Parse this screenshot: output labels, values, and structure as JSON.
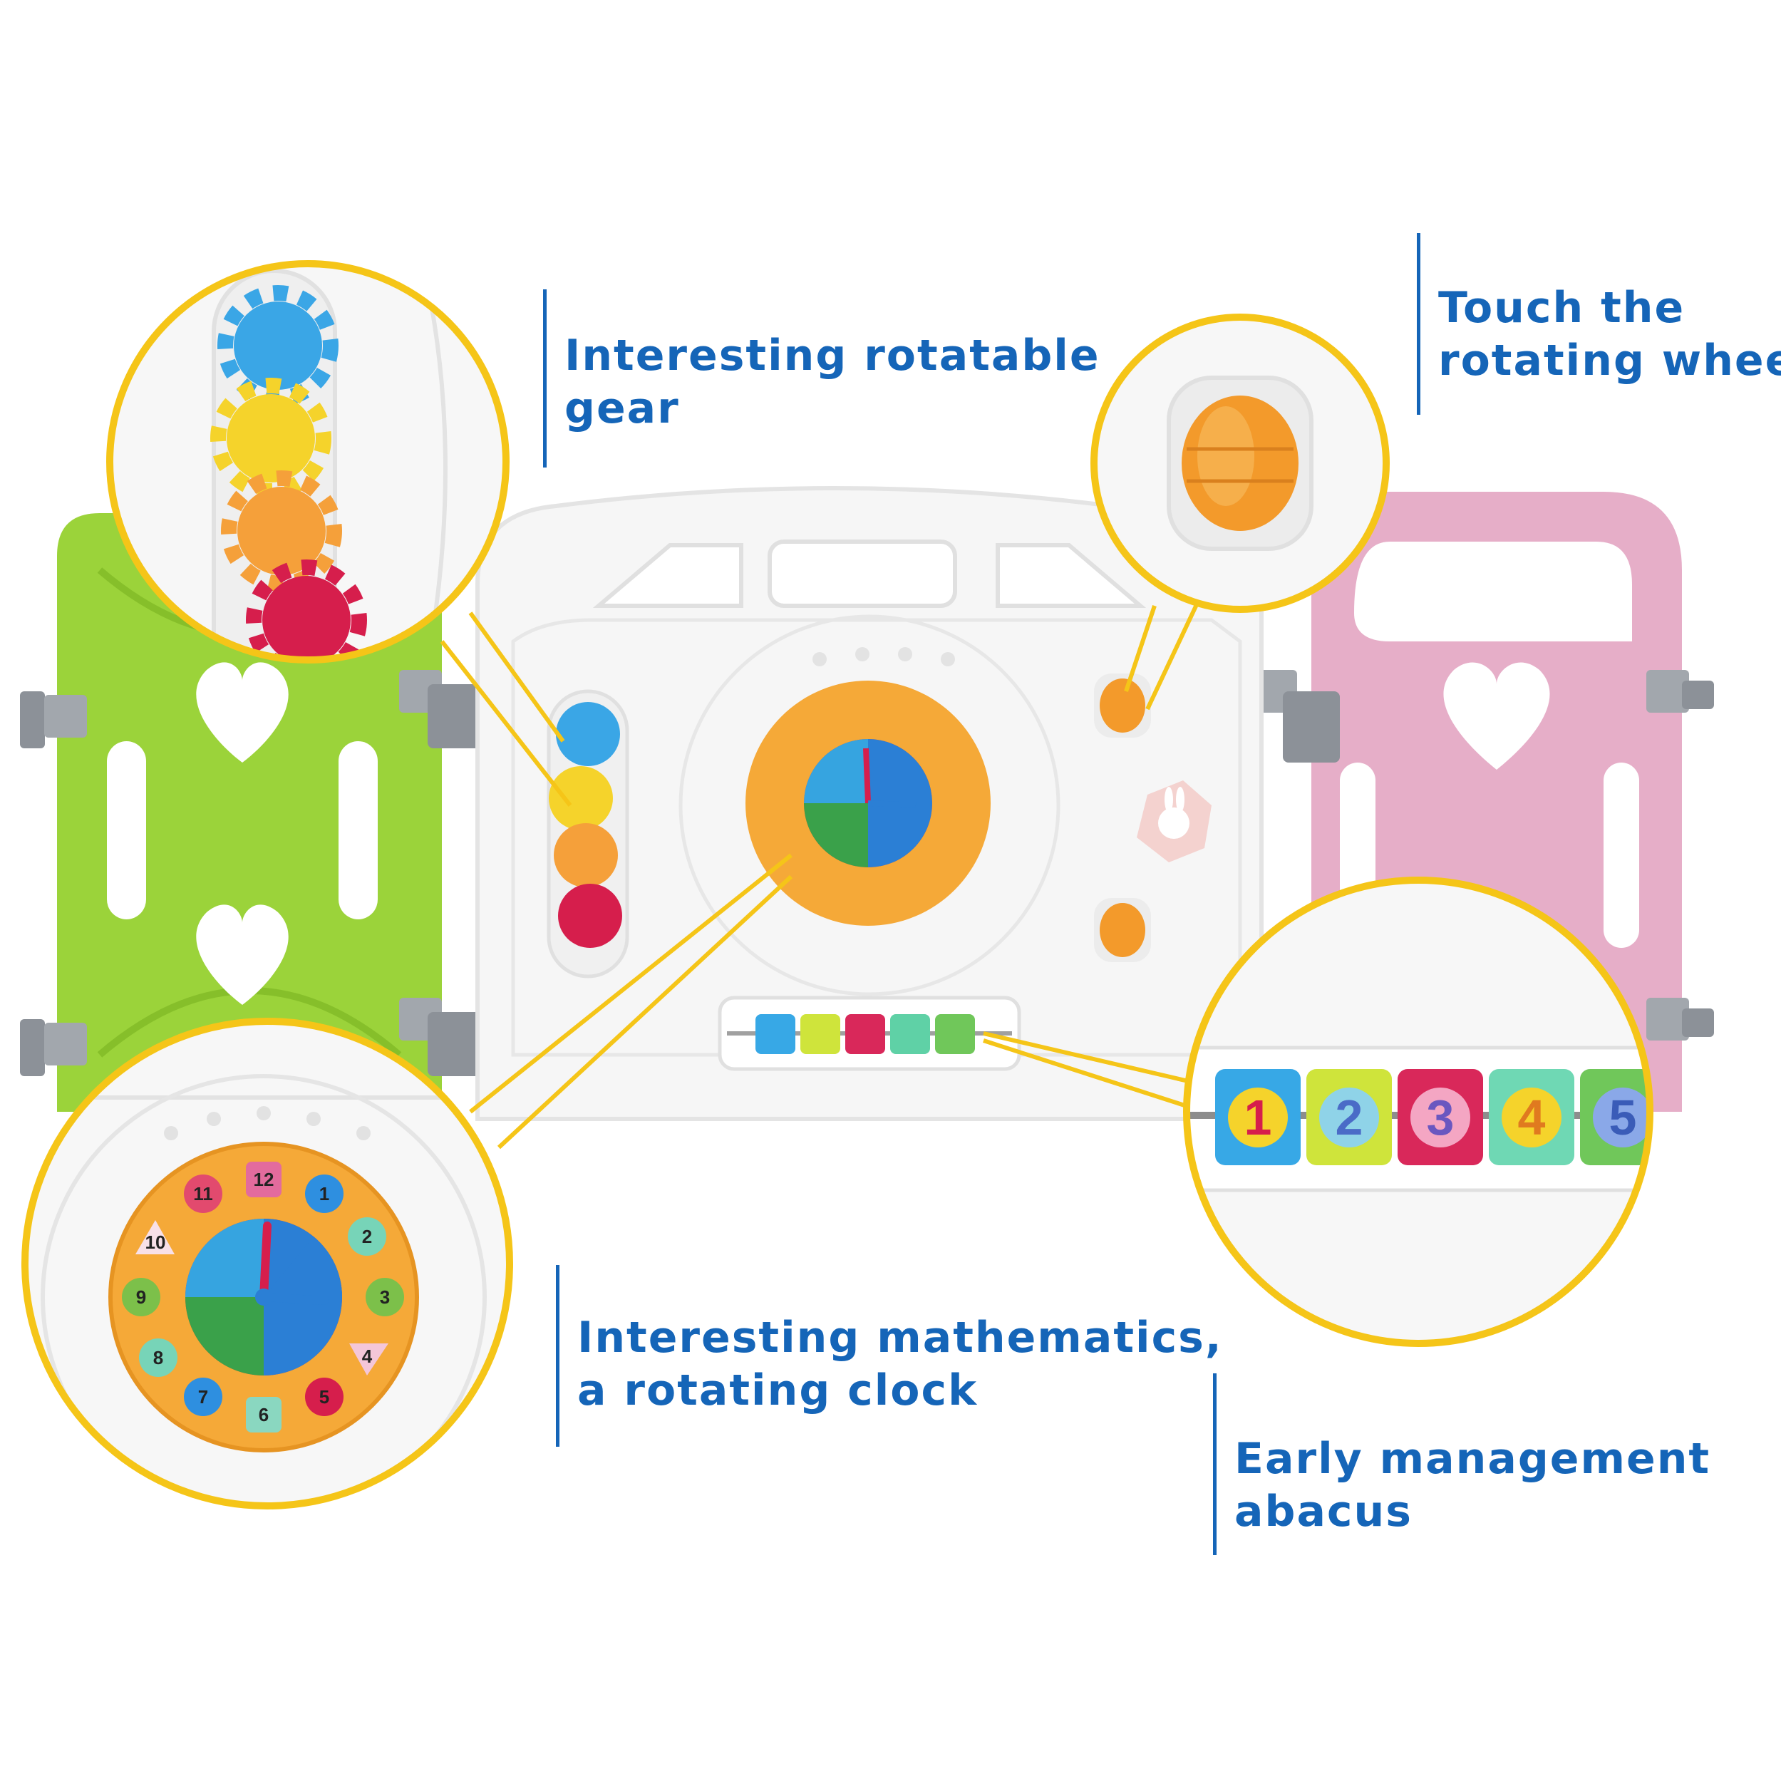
{
  "callouts": {
    "gear": {
      "line1": "Interesting rotatable",
      "line2": "gear"
    },
    "wheel": {
      "line1": "Touch the",
      "line2": "rotating wheel"
    },
    "clock": {
      "line1": "Interesting mathematics,",
      "line2": "a rotating clock"
    },
    "abacus": {
      "line1": "Early management",
      "line2": "abacus"
    }
  },
  "clock_numbers": [
    "12",
    "1",
    "2",
    "3",
    "4",
    "5",
    "6",
    "7",
    "8",
    "9",
    "10",
    "11"
  ],
  "abacus_numbers": [
    "1",
    "2",
    "3",
    "4",
    "5"
  ],
  "colors": {
    "callout_text": "#1565b8",
    "callout_ring": "#f5c518",
    "green_panel": "#9bd33a",
    "pink_panel": "#e6aec8",
    "white_panel": "#f6f6f6",
    "clock_orange": "#f5a938",
    "wheel_orange": "#f39a2b"
  }
}
